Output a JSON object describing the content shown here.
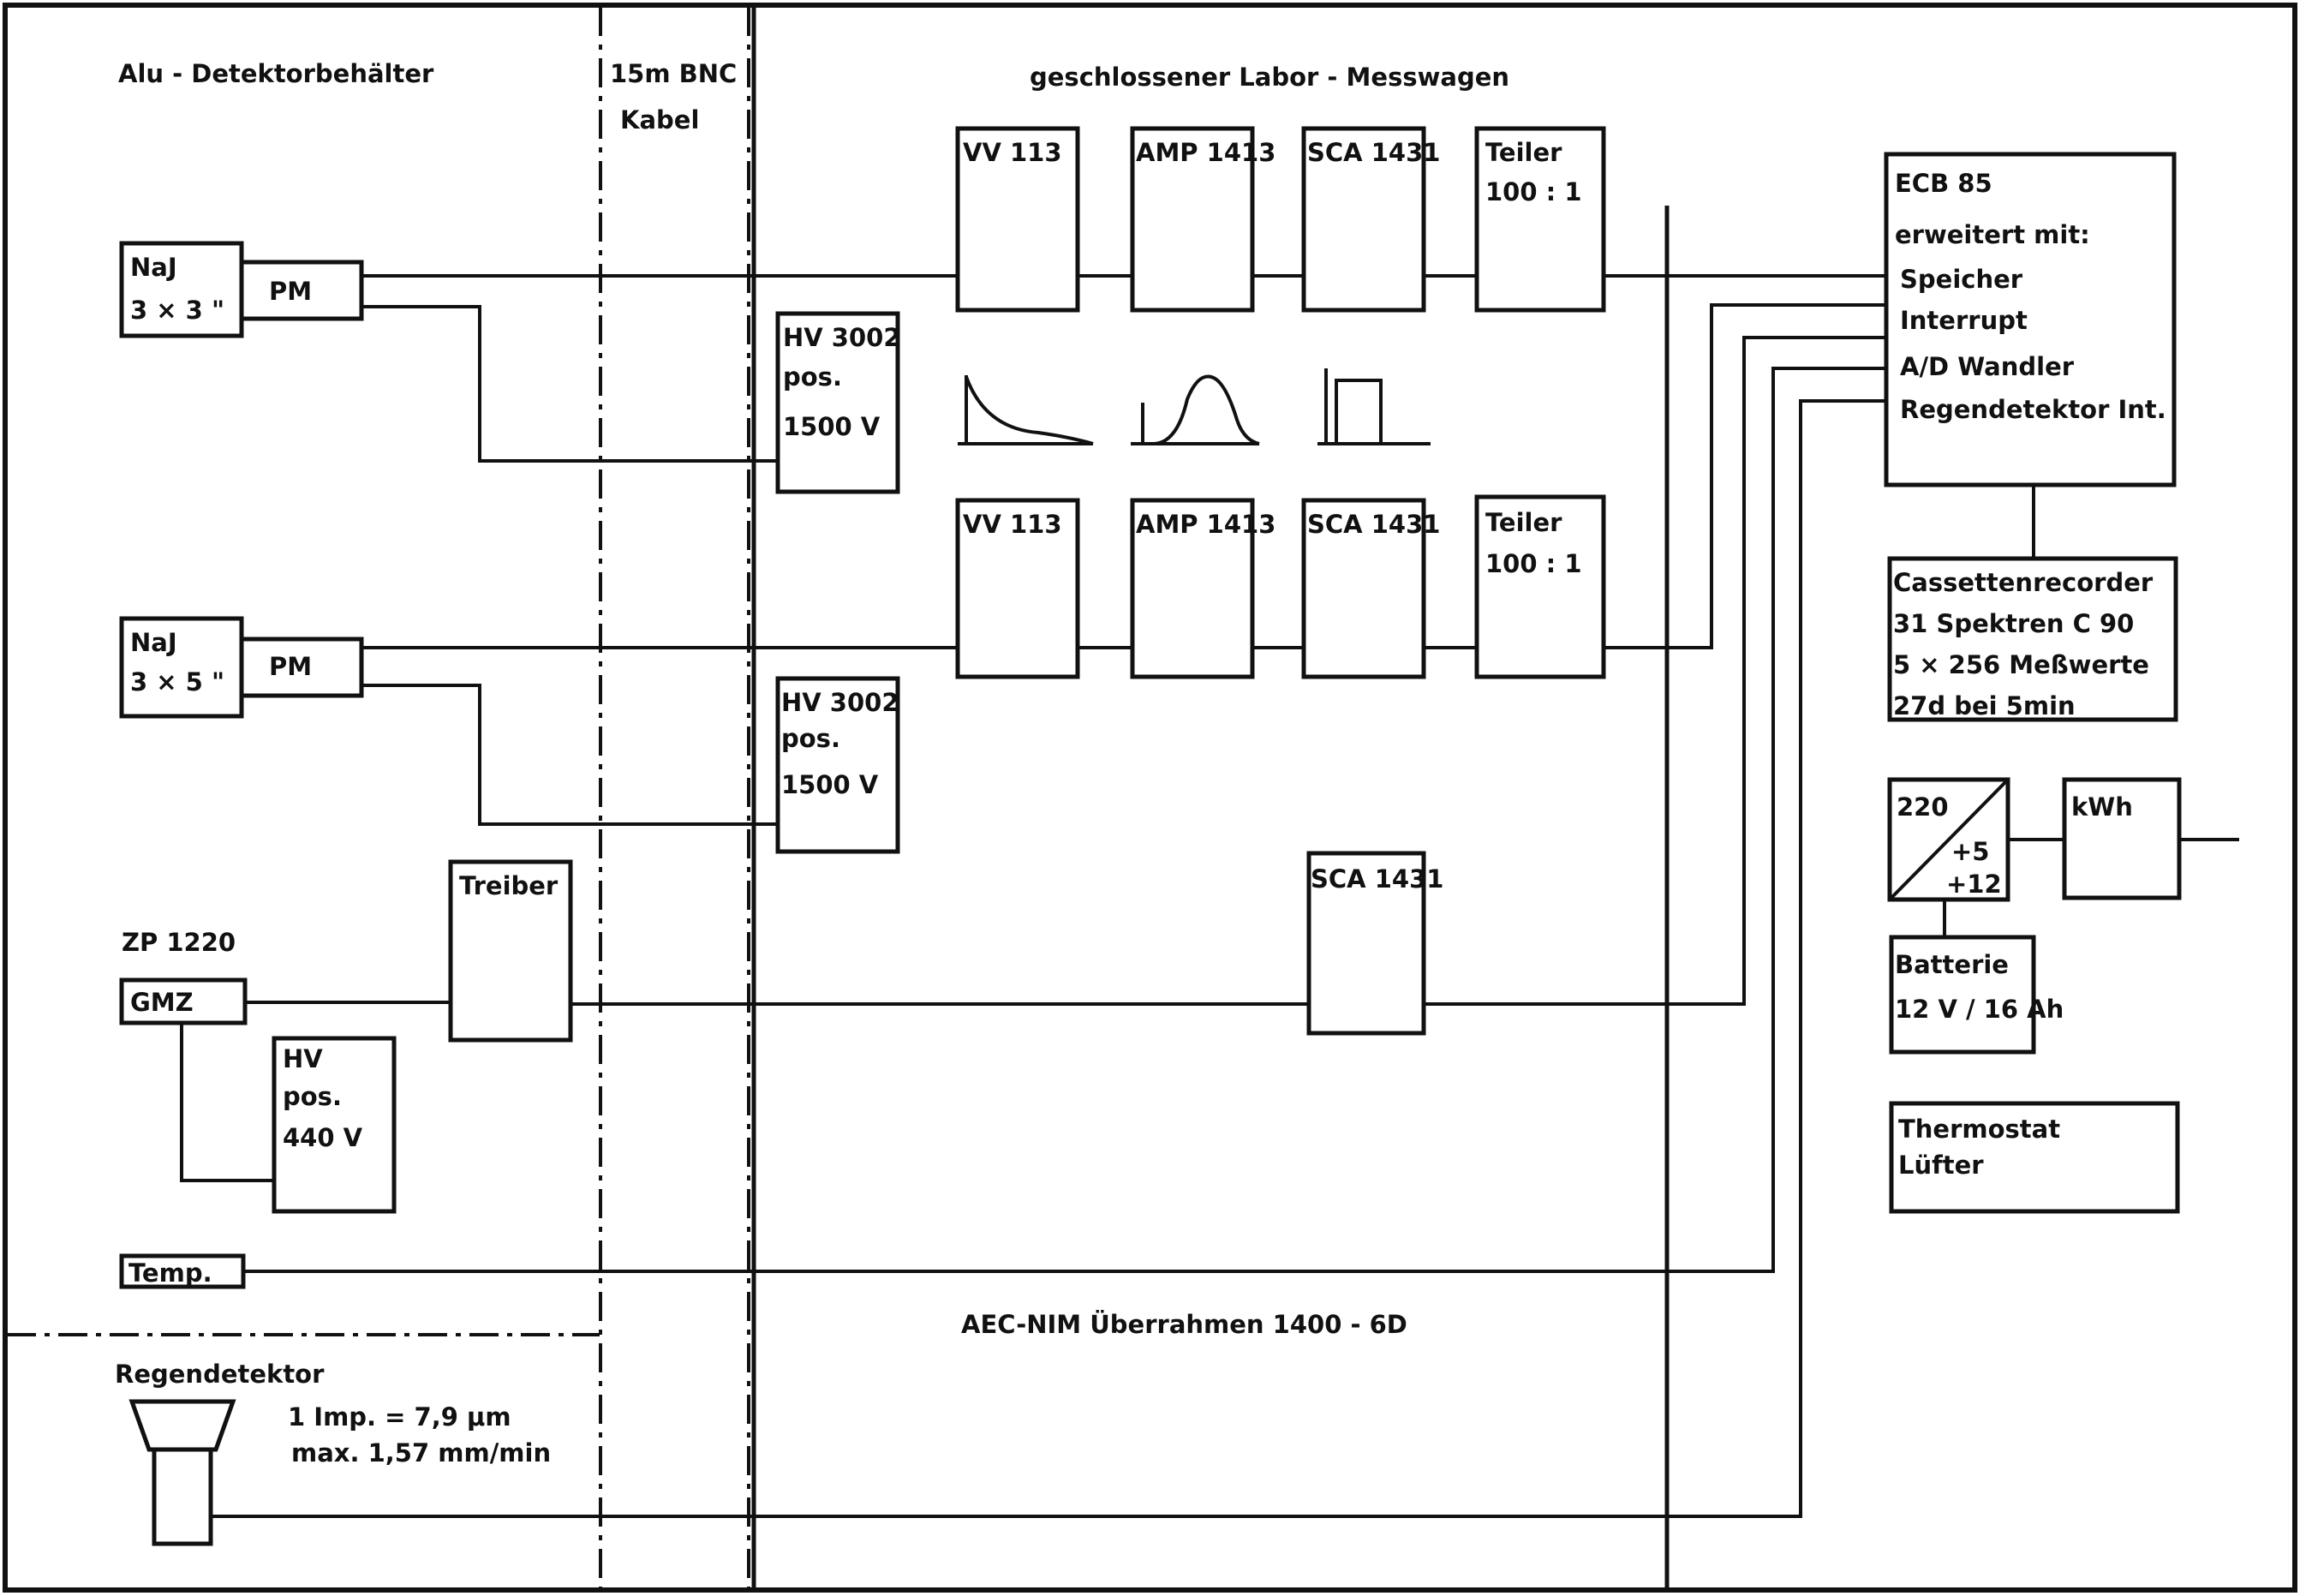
{
  "regions": {
    "container": "Alu - Detektorbehälter",
    "cable_line1": "15m BNC",
    "cable_line2": "Kabel",
    "lab": "geschlossener Labor - Messwagen",
    "nim": "AEC-NIM Überrahmen 1400 - 6D"
  },
  "detectors": {
    "naj1_line1": "NaJ",
    "naj1_line2": "3 × 3 \"",
    "pm1": "PM",
    "naj2_line1": "NaJ",
    "naj2_line2": "3 × 5 \"",
    "pm2": "PM",
    "zp": "ZP 1220",
    "gmz": "GMZ",
    "hv_gmz_line1": "HV",
    "hv_gmz_line2": "pos.",
    "hv_gmz_line3": "440 V",
    "treiber": "Treiber",
    "temp": "Temp.",
    "rain_title": "Regendetektor",
    "rain_spec1": "1 Imp. = 7,9 μm",
    "rain_spec2": "max. 1,57 mm/min"
  },
  "chain1": {
    "vv": "VV 113",
    "amp": "AMP 1413",
    "sca": "SCA 1431",
    "teiler_line1": "Teiler",
    "teiler_line2": "100 : 1",
    "hv_line1": "HV 3002",
    "hv_line2": "pos.",
    "hv_line3": "1500 V"
  },
  "chain2": {
    "vv": "VV 113",
    "amp": "AMP 1413",
    "sca": "SCA 1431",
    "teiler_line1": "Teiler",
    "teiler_line2": "100 : 1",
    "hv_line1": "HV 3002",
    "hv_line2": "pos.",
    "hv_line3": "1500 V"
  },
  "sca3": "SCA 1431",
  "ecb": {
    "title": "ECB 85",
    "line1": "erweitert mit:",
    "line2": "Speicher",
    "line3": "Interrupt",
    "line4": "A/D Wandler",
    "line5": "Regendetektor Int."
  },
  "cassette": {
    "line1": "Cassettenrecorder",
    "line2": "31 Spektren   C 90",
    "line3": "5 × 256 Meßwerte",
    "line4": "27d  bei 5min"
  },
  "power": {
    "in": "220",
    "out1": "+5",
    "out2": "+12",
    "kwh": "kWh",
    "battery_line1": "Batterie",
    "battery_line2": "12 V / 16 Ah",
    "thermo_line1": "Thermostat",
    "thermo_line2": "Lüfter"
  }
}
